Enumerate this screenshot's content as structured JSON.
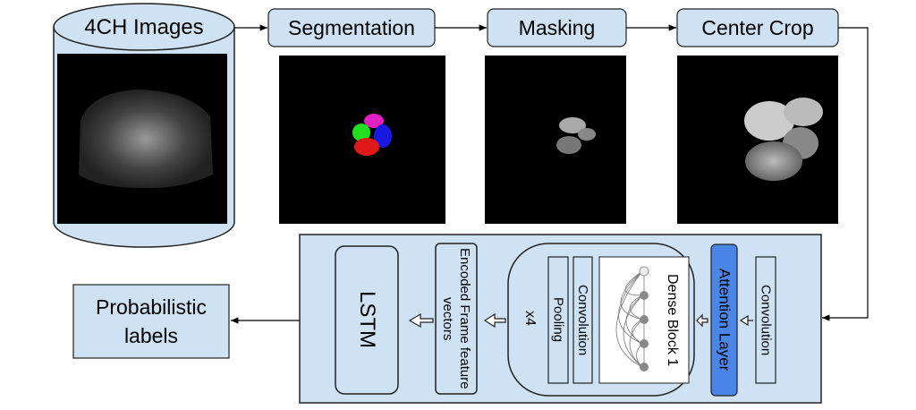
{
  "pipeline": {
    "source": "4CH Images",
    "steps": [
      "Segmentation",
      "Masking",
      "Center Crop"
    ]
  },
  "network": {
    "convolution_in": "Convolution",
    "attention": "Attention Layer",
    "dense_block": "Dense Block 1",
    "convolution": "Convolution",
    "pooling": "Pooling",
    "repeat": "x4",
    "encoded": "Encoded Frame feature vectors",
    "lstm": "LSTM"
  },
  "output": "Probabilistic labels",
  "colors": {
    "panel": "#cfe2f3",
    "attention": "#4a86e8",
    "box": "#cfe2f3"
  }
}
